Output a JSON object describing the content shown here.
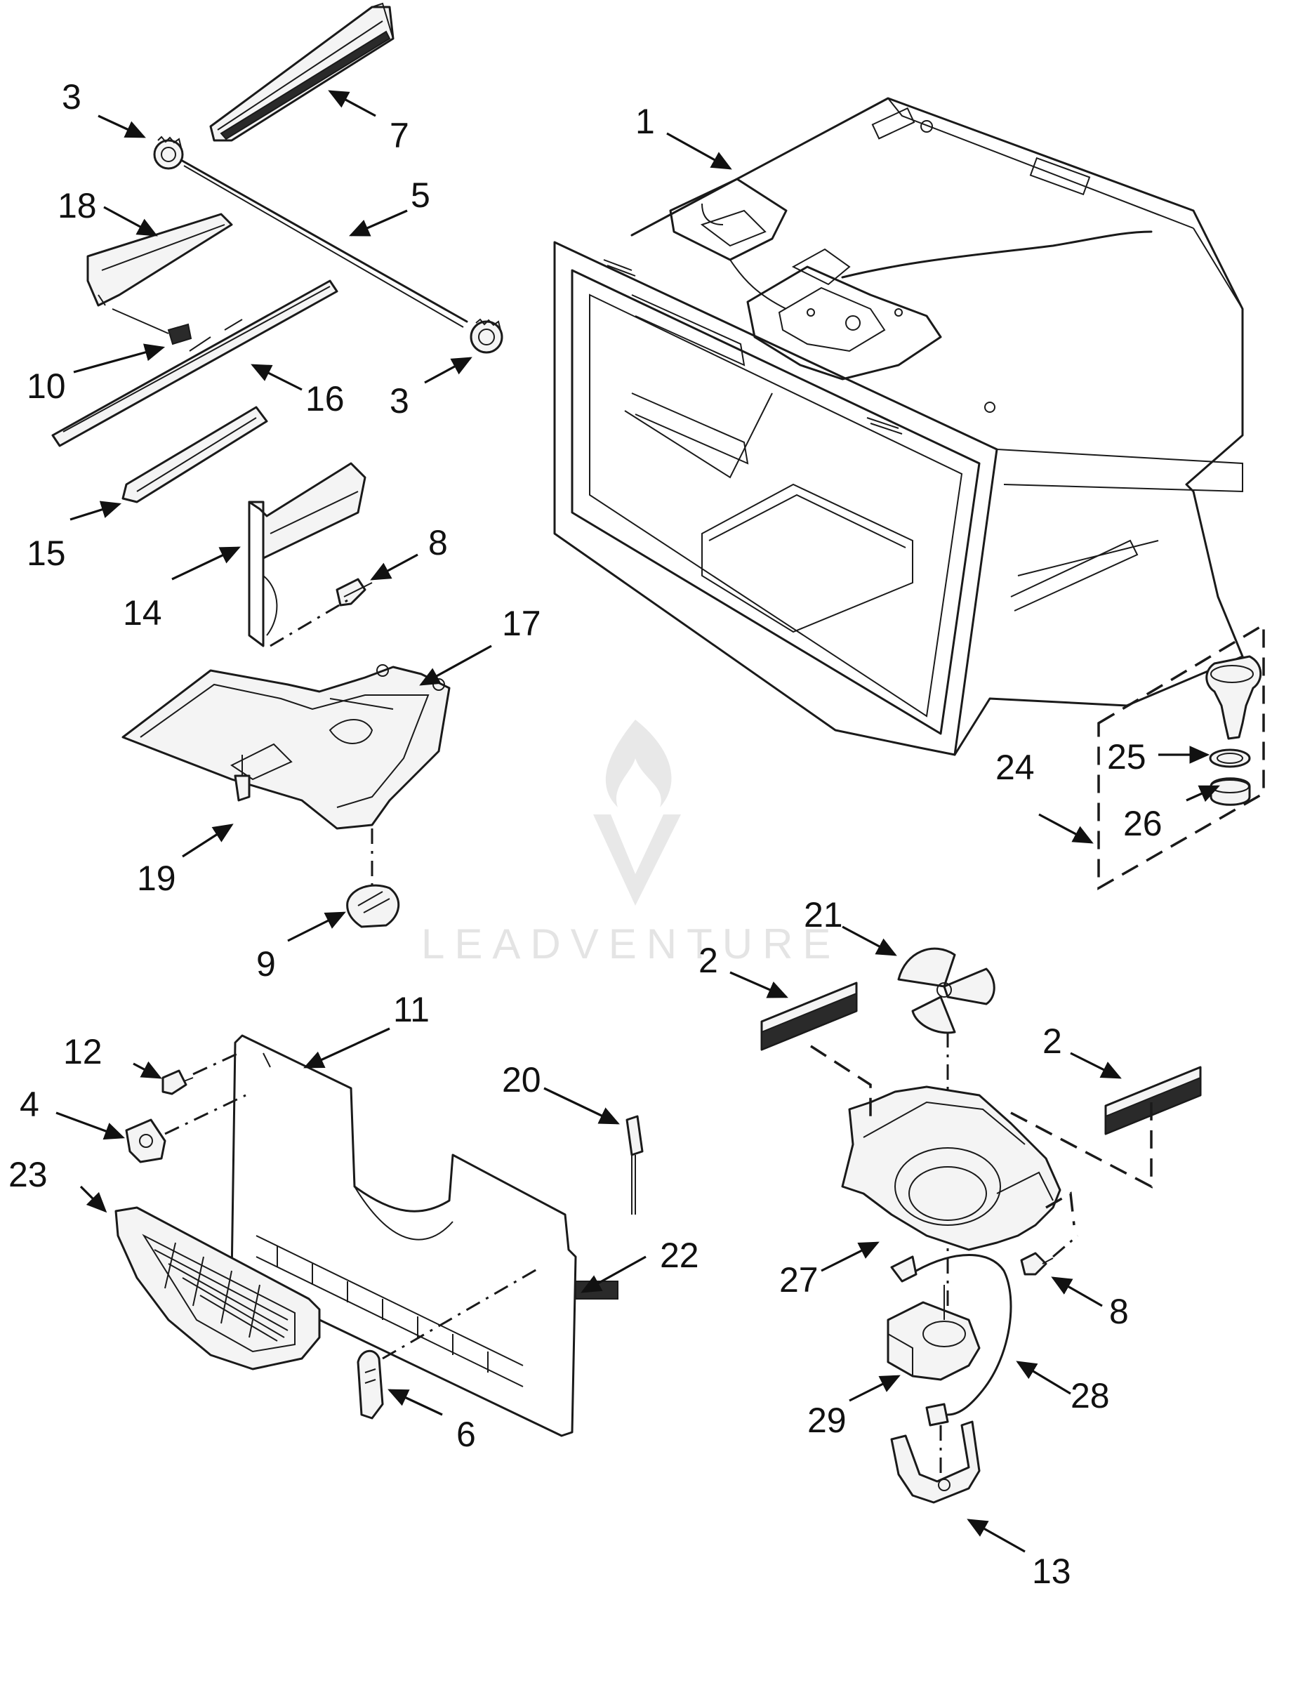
{
  "diagram": {
    "callouts": [
      {
        "id": "c1",
        "label": "1"
      },
      {
        "id": "c2a",
        "label": "2"
      },
      {
        "id": "c2b",
        "label": "2"
      },
      {
        "id": "c3a",
        "label": "3"
      },
      {
        "id": "c3b",
        "label": "3"
      },
      {
        "id": "c4",
        "label": "4"
      },
      {
        "id": "c5",
        "label": "5"
      },
      {
        "id": "c6",
        "label": "6"
      },
      {
        "id": "c7",
        "label": "7"
      },
      {
        "id": "c8a",
        "label": "8"
      },
      {
        "id": "c8b",
        "label": "8"
      },
      {
        "id": "c9",
        "label": "9"
      },
      {
        "id": "c10",
        "label": "10"
      },
      {
        "id": "c11",
        "label": "11"
      },
      {
        "id": "c12",
        "label": "12"
      },
      {
        "id": "c13",
        "label": "13"
      },
      {
        "id": "c14",
        "label": "14"
      },
      {
        "id": "c15",
        "label": "15"
      },
      {
        "id": "c16",
        "label": "16"
      },
      {
        "id": "c17",
        "label": "17"
      },
      {
        "id": "c18",
        "label": "18"
      },
      {
        "id": "c19",
        "label": "19"
      },
      {
        "id": "c20",
        "label": "20"
      },
      {
        "id": "c21",
        "label": "21"
      },
      {
        "id": "c22",
        "label": "22"
      },
      {
        "id": "c23",
        "label": "23"
      },
      {
        "id": "c24",
        "label": "24"
      },
      {
        "id": "c25",
        "label": "25"
      },
      {
        "id": "c26",
        "label": "26"
      },
      {
        "id": "c27",
        "label": "27"
      },
      {
        "id": "c28",
        "label": "28"
      },
      {
        "id": "c29",
        "label": "29"
      }
    ]
  },
  "watermark": {
    "text": "LEADVENTURE",
    "color": "#e2e2e2"
  },
  "colors": {
    "line": "#1a1a1a",
    "background": "#ffffff"
  }
}
